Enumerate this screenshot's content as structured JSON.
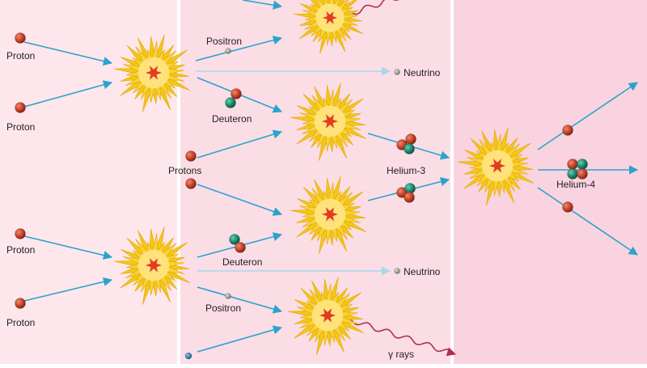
{
  "labels": {
    "proton": "Proton",
    "positron": "Positron",
    "neutrino": "Neutrino",
    "deuteron": "Deuteron",
    "protons": "Protons",
    "helium3": "Helium-3",
    "helium4": "Helium-4",
    "gamma_rays": "γ rays"
  },
  "colors": {
    "panel_1": "#fde6ec",
    "panel_2": "#fbdde6",
    "panel_3": "#f9d3df",
    "divider": "#ffffff",
    "arrow": "#2aa3cf",
    "neutrino_arrow": "#a6d8ee",
    "proton": "#c5432a",
    "neutron": "#1f8a70",
    "positron": "#8a8a80",
    "neutrino": "#b0b0b0",
    "gamma": "#b0304a",
    "burst_outer": "#f5c518",
    "burst_inner": "#ffe27a",
    "burst_core": "#e23b24"
  }
}
